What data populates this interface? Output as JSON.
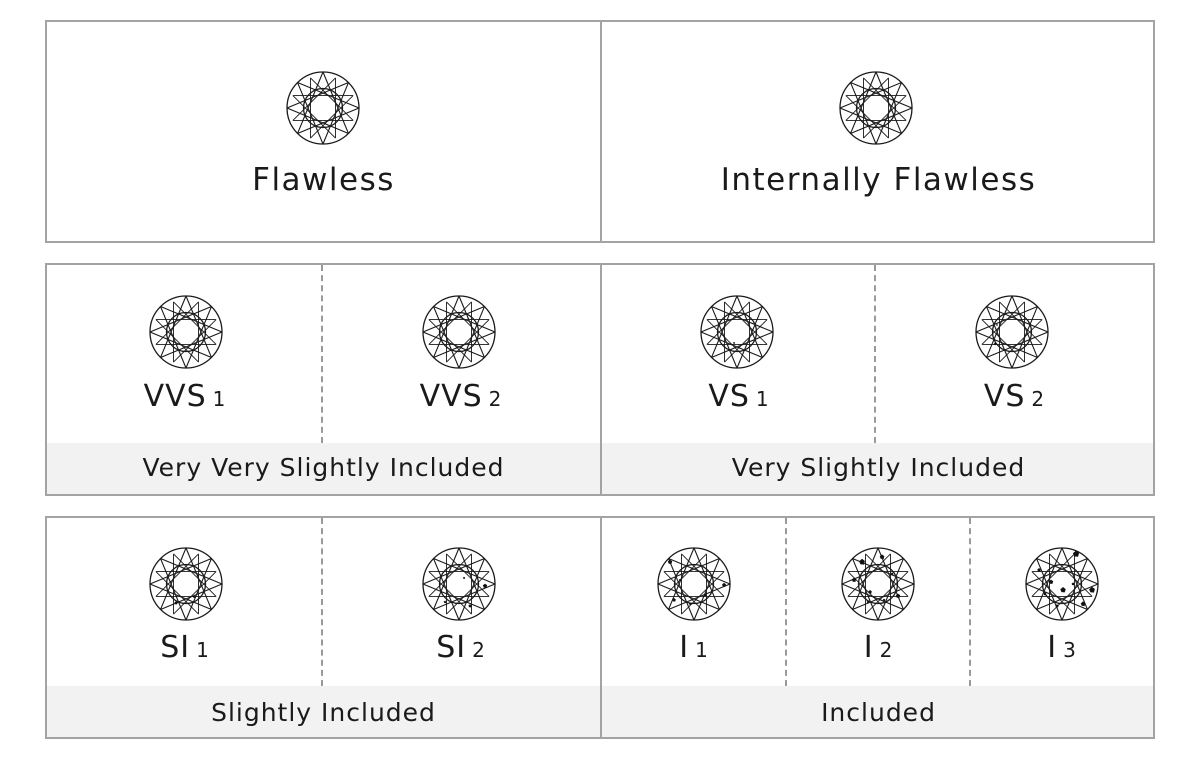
{
  "row1": {
    "flawless": {
      "label": "Flawless"
    },
    "internally_flawless": {
      "label": "Internally Flawless"
    }
  },
  "row2": {
    "vvs1": {
      "main": "VVS",
      "sub": "1"
    },
    "vvs2": {
      "main": "VVS",
      "sub": "2"
    },
    "vs1": {
      "main": "VS",
      "sub": "1"
    },
    "vs2": {
      "main": "VS",
      "sub": "2"
    },
    "vvs_group": "Very Very Slightly Included",
    "vs_group": "Very Slightly Included"
  },
  "row3": {
    "si1": {
      "main": "SI",
      "sub": "1"
    },
    "si2": {
      "main": "SI",
      "sub": "2"
    },
    "i1": {
      "main": "I",
      "sub": "1"
    },
    "i2": {
      "main": "I",
      "sub": "2"
    },
    "i3": {
      "main": "I",
      "sub": "3"
    },
    "si_group": "Slightly Included",
    "i_group": "Included"
  },
  "colors": {
    "border": "#a3a3a3",
    "footer_bg": "#f2f2f2",
    "ink": "#1a1a1a"
  },
  "icon": "round-brilliant-diamond-icon"
}
